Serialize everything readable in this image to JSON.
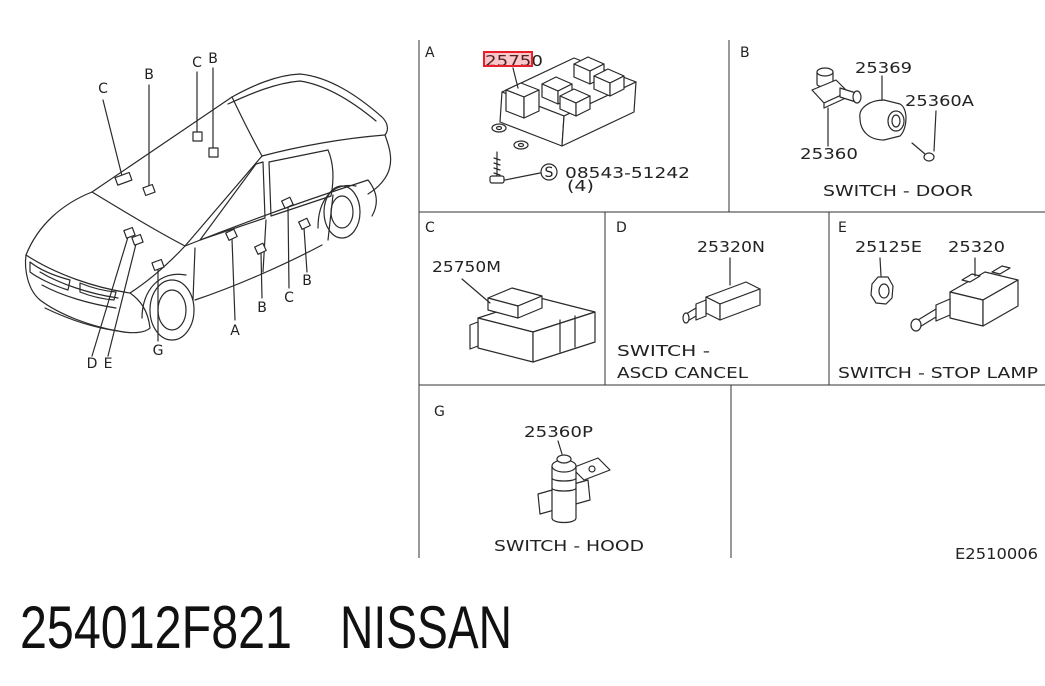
{
  "car": {
    "callouts": [
      "C",
      "B",
      "C",
      "B",
      "B",
      "C",
      "B",
      "A",
      "D",
      "E",
      "G"
    ]
  },
  "panels": {
    "a": {
      "letter": "A",
      "part": "25750",
      "screw_symbol": "S",
      "screw_part": "08543-51242",
      "screw_qty": "(4)"
    },
    "b": {
      "letter": "B",
      "part_boot": "25369",
      "part_screw": "25360A",
      "part_switch": "25360",
      "caption": "SWITCH - DOOR"
    },
    "c": {
      "letter": "C",
      "part": "25750M"
    },
    "d": {
      "letter": "D",
      "part": "25320N",
      "caption_line1": "SWITCH -",
      "caption_line2": "ASCD CANCEL"
    },
    "e": {
      "letter": "E",
      "part_nut": "25125E",
      "part_switch": "25320",
      "caption": "SWITCH - STOP LAMP"
    },
    "g": {
      "letter": "G",
      "part": "25360P",
      "caption": "SWITCH - HOOD"
    }
  },
  "drawing_code": "E2510006",
  "footer": {
    "part_number": "254012F821",
    "brand": "NISSAN"
  },
  "highlight": {
    "color": "#e8202a"
  }
}
